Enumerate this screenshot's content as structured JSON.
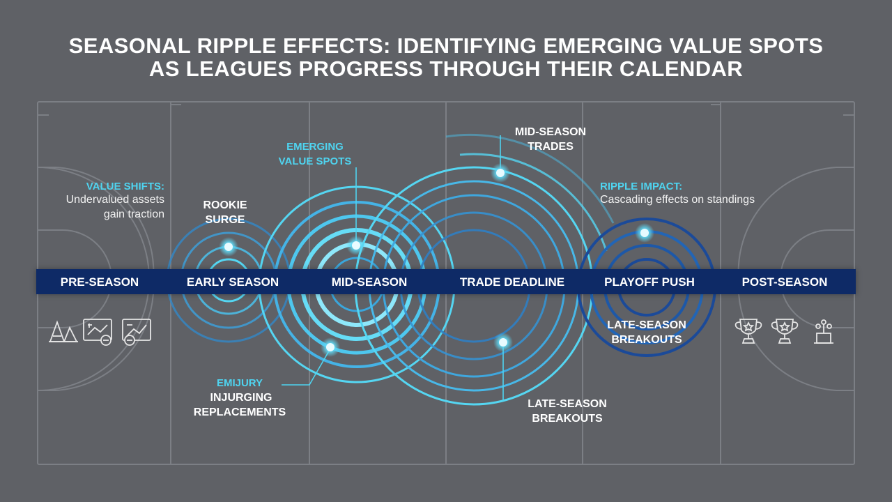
{
  "title": {
    "line1": "SEASONAL RIPPLE EFFECTS: IDENTIFYING EMERGING VALUE SPOTS",
    "line2": "AS LEAGUES PROGRESS THROUGH THEIR CALENDAR"
  },
  "timeline": {
    "phases": [
      {
        "label": "PRE-SEASON"
      },
      {
        "label": "EARLY SEASON"
      },
      {
        "label": "MID-SEASON"
      },
      {
        "label": "TRADE DEADLINE"
      },
      {
        "label": "PLAYOFF PUSH"
      },
      {
        "label": "POST-SEASON"
      }
    ]
  },
  "callouts": {
    "value_shifts": {
      "heading": "VALUE SHIFTS:",
      "line1": "Undervalued assets",
      "line2": "gain traction"
    },
    "rookie_surge": {
      "line1": "ROOKIE",
      "line2": "SURGE"
    },
    "emerging_value": {
      "line1": "EMERGING",
      "line2": "VALUE SPOTS"
    },
    "mid_season_trades": {
      "line1": "MID-SEASON",
      "line2": "TRADES"
    },
    "ripple_impact": {
      "heading": "RIPPLE IMPACT:",
      "line1": "Cascading effects on standings"
    },
    "injury_replacements": {
      "line1": "EMIJURY",
      "line2": "INJURGING",
      "line3": "REPLACEMENTS"
    },
    "late_breakouts_bottom": {
      "line1": "LATE-SEASON",
      "line2": "BREAKOUTS"
    },
    "late_breakouts_playoff": {
      "line1": "LATE-SEASON",
      "line2": "BREAKOUTS"
    }
  },
  "icons": {
    "left": [
      "cone-icon",
      "tactics-board-icon",
      "chart-board-icon"
    ],
    "right": [
      "trophy-icon",
      "trophy-icon",
      "podium-icon"
    ]
  },
  "colors": {
    "background": "#5f6166",
    "court_lines": "#7c7f85",
    "timeline_bar": "#0e2a66",
    "ripple_cyan": "#55d6f2",
    "ripple_blue": "#2f7fc4",
    "ripple_navy": "#1b4a99",
    "accent_label": "#4fd4f0"
  }
}
